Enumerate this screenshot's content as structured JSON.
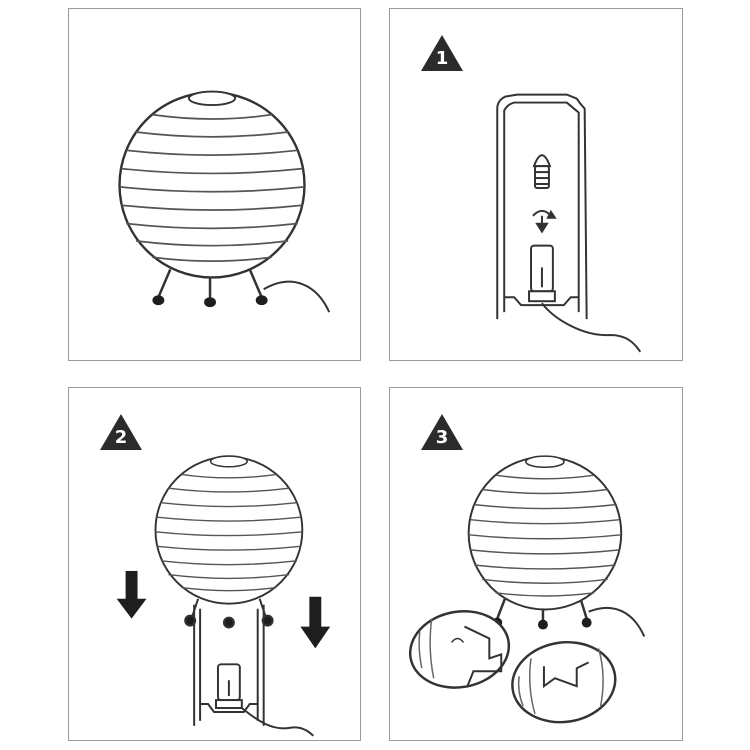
{
  "steps": [
    {
      "number": "1"
    },
    {
      "number": "2"
    },
    {
      "number": "3"
    }
  ],
  "colors": {
    "line": "#333333",
    "badge": "#2b2b2b",
    "border": "#9a9a9a",
    "background": "#ffffff"
  }
}
